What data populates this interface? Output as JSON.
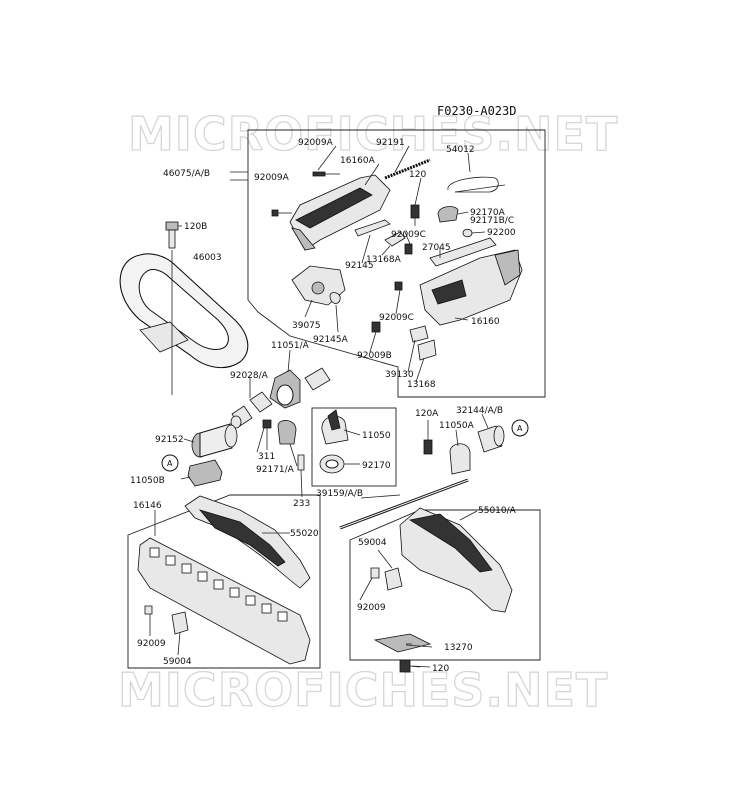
{
  "header": {
    "code": "F0230-A023D"
  },
  "watermark": {
    "top": "MICROFICHES.NET",
    "bottom": "MICROFICHES.NET"
  },
  "callout": {
    "letter": "A"
  },
  "parts": {
    "p92009A_top": "92009A",
    "p92191": "92191",
    "p46075": "46075/A/B",
    "p16160A": "16160A",
    "p54012": "54012",
    "p92009A_left": "92009A",
    "p120_top": "120",
    "p92170A": "92170A",
    "p92171B": "92171B/C",
    "p92200": "92200",
    "p120B": "120B",
    "p92009C_a": "92009C",
    "p27045": "27045",
    "p46003": "46003",
    "p92145": "92145",
    "p13168A": "13168A",
    "p39075": "39075",
    "p92145A": "92145A",
    "p92009C_b": "92009C",
    "p16160": "16160",
    "p11051": "11051/A",
    "p92009B": "92009B",
    "p92028": "92028/A",
    "p39130": "39130",
    "p13168": "13168",
    "p120A": "120A",
    "p32144": "32144/A/B",
    "p11050A": "11050A",
    "p11050": "11050",
    "p92152": "92152",
    "p311": "311",
    "p92170": "92170",
    "p92171A": "92171/A",
    "p11050B": "11050B",
    "p233": "233",
    "p39159": "39159/A/B",
    "p16146": "16146",
    "p55020": "55020",
    "p55010": "55010/A",
    "p59004_r": "59004",
    "p92009_r": "92009",
    "p92009_l": "92009",
    "p59004_l": "59004",
    "p13270": "13270",
    "p120_bot": "120"
  }
}
